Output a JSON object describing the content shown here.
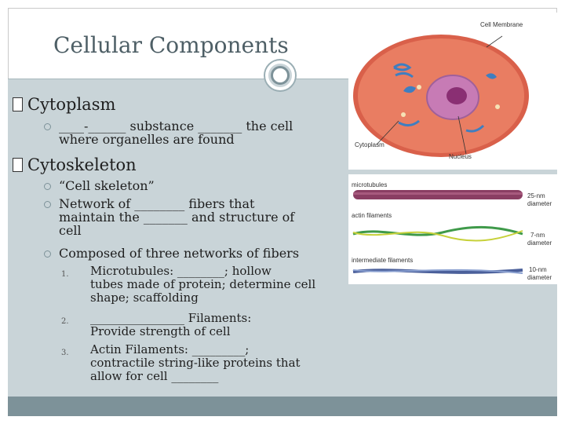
{
  "slide": {
    "title": "Cellular Components",
    "sections": [
      {
        "heading": "Cytoplasm",
        "items": [
          {
            "text": "____-______ substance _______ the cell\nwhere organelles are found"
          }
        ]
      },
      {
        "heading": "Cytoskeleton",
        "items": [
          {
            "text": "“Cell skeleton”"
          },
          {
            "text": "Network of ________ fibers that\nmaintain the _______ and structure of\ncell"
          },
          {
            "text": "Composed of three networks of fibers"
          }
        ],
        "numbered": [
          {
            "num": "1.",
            "text": "Microtubules: ________; hollow\ntubes made of protein; determine cell\nshape; scaffolding"
          },
          {
            "num": "2.",
            "text": "________________ Filaments:\nProvide strength of cell"
          },
          {
            "num": "3.",
            "text": "Actin Filaments: _________;\ncontractile string-like proteins that\nallow for cell ________"
          }
        ]
      }
    ]
  },
  "cell_figure": {
    "labels": {
      "membrane": "Cell Membrane",
      "cytoplasm": "Cytoplasm",
      "nucleus": "Nucleus"
    },
    "colors": {
      "cytoplasm": "#e0735a",
      "nucleus": "#c77bb5",
      "nucleolus": "#8a2f73",
      "organelles": "#3f7ec0"
    }
  },
  "filament_figure": {
    "rows": [
      {
        "name": "microtubules",
        "size": "25-nm",
        "unit": "diameter",
        "color": "#8a3e63"
      },
      {
        "name": "actin filaments",
        "size": "7-nm",
        "unit": "diameter",
        "color": "#3f9a4a"
      },
      {
        "name": "intermediate filaments",
        "size": "10-nm",
        "unit": "diameter",
        "color": "#4a5f9a"
      }
    ]
  }
}
